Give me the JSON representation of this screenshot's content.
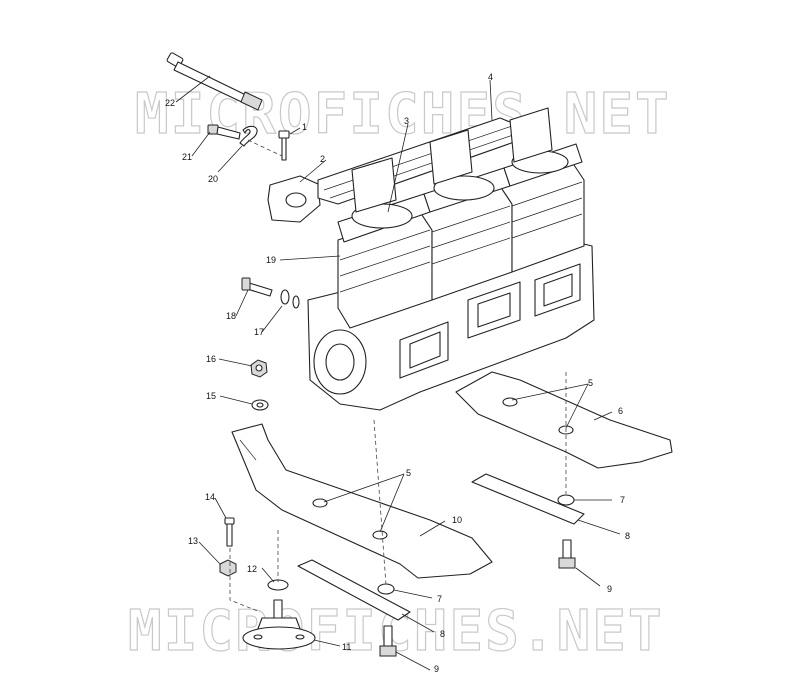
{
  "watermark": {
    "top": "MICROFICHES.NET",
    "bottom": "MICROFICHES.NET"
  },
  "callouts": [
    {
      "id": "c1",
      "text": "1"
    },
    {
      "id": "c2",
      "text": "2"
    },
    {
      "id": "c3",
      "text": "3"
    },
    {
      "id": "c4",
      "text": "4"
    },
    {
      "id": "c5a",
      "text": "5"
    },
    {
      "id": "c5b",
      "text": "5"
    },
    {
      "id": "c6",
      "text": "6"
    },
    {
      "id": "c7a",
      "text": "7"
    },
    {
      "id": "c7b",
      "text": "7"
    },
    {
      "id": "c8a",
      "text": "8"
    },
    {
      "id": "c8b",
      "text": "8"
    },
    {
      "id": "c9a",
      "text": "9"
    },
    {
      "id": "c9b",
      "text": "9"
    },
    {
      "id": "c10",
      "text": "10"
    },
    {
      "id": "c11",
      "text": "11"
    },
    {
      "id": "c12",
      "text": "12"
    },
    {
      "id": "c13",
      "text": "13"
    },
    {
      "id": "c14",
      "text": "14"
    },
    {
      "id": "c15",
      "text": "15"
    },
    {
      "id": "c16",
      "text": "16"
    },
    {
      "id": "c17",
      "text": "17"
    },
    {
      "id": "c18",
      "text": "18"
    },
    {
      "id": "c19",
      "text": "19"
    },
    {
      "id": "c20",
      "text": "20"
    },
    {
      "id": "c21",
      "text": "21"
    },
    {
      "id": "c22",
      "text": "22"
    }
  ]
}
